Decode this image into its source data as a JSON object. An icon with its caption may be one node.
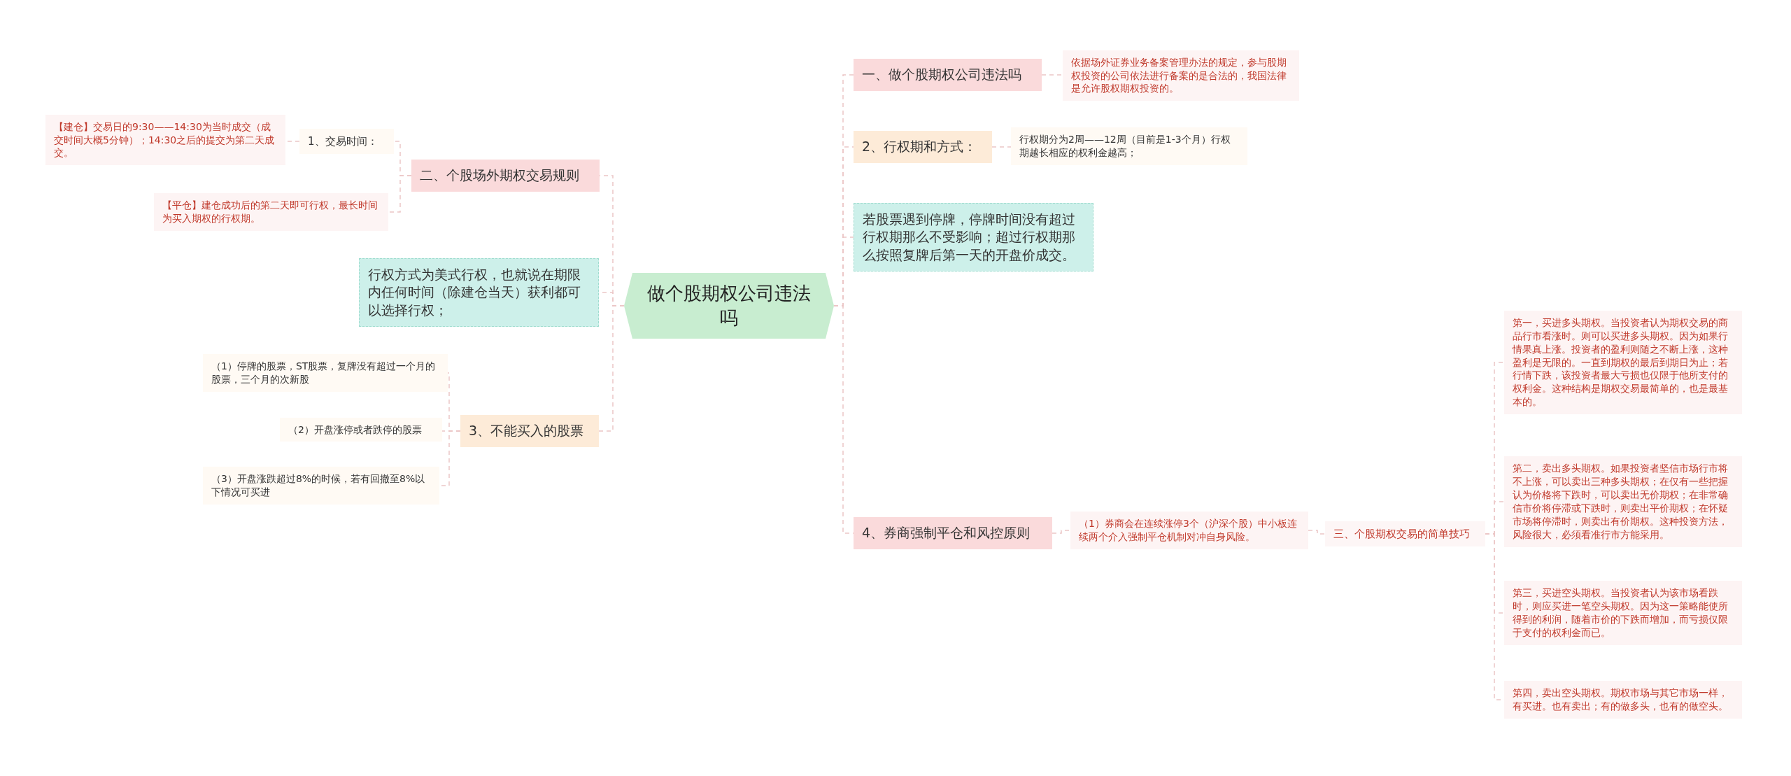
{
  "diagram": {
    "nodes": [
      {
        "text": [
          "做个股期权公司违法吗"
        ]
      },
      {
        "text": [
          "二、个股场外期权交易规则"
        ]
      },
      {
        "text": [
          "1、交易时间："
        ]
      },
      {
        "text": [
          "【建仓】交易日的9:30——14:30为当时成交（成交时间大概5分钟）；14:30之后的提交为第二天成交。"
        ]
      },
      {
        "text": [
          "【平仓】建仓成功后的第二天即可行权，最长时间为买入期权的行权期。"
        ]
      },
      {
        "text": [
          "行权方式为美式行权，也就说在期限内任何时间（除建仓当天）获利都可以选择行权；"
        ]
      },
      {
        "text": [
          "3、不能买入的股票"
        ]
      },
      {
        "text": [
          "（1）停牌的股票，ST股票，复牌没有超过一个月的股票，三个月的次新股"
        ]
      },
      {
        "text": [
          "（2）开盘涨停或者跌停的股票"
        ]
      },
      {
        "text": [
          "（3）开盘涨跌超过8%的时候，若有回撤至8%以下情况可买进"
        ]
      },
      {
        "text": [
          "一、做个股期权公司违法吗"
        ]
      },
      {
        "text": [
          "依据场外证券业务备案管理办法的规定，参与股期权投资的公司依法进行备案的是合法的，我国法律是允许股权期权投资的。"
        ]
      },
      {
        "text": [
          "2、行权期和方式："
        ]
      },
      {
        "text": [
          "行权期分为2周——12周（目前是1-3个月）行权期越长相应的权利金越高；"
        ]
      },
      {
        "text": [
          "若股票遇到停牌，停牌时间没有超过行权期那么不受影响；超过行权期那么按照复牌后第一天的开盘价成交。"
        ]
      },
      {
        "text": [
          "4、券商强制平仓和风控原则"
        ]
      },
      {
        "text": [
          "（1）券商会在连续涨停3个（沪深个股）中小板连续两个介入强制平仓机制对冲自身风险。"
        ]
      },
      {
        "text": [
          "三、个股期权交易的简单技巧"
        ]
      },
      {
        "text": [
          "第一，买进多头期权。当投资者认为期权交易的商品行市看涨时。则可以买进多头期权。因为如果行情果真上涨。投资者的盈利则随之不断上涨，这种盈利是无限的。一直到期权的最后到期日为止；若行情下跌，该投资者最大亏损也仅限于他所支付的权利金。这种结构是期权交易最简单的，也是最基本的。"
        ]
      },
      {
        "text": [
          "第二，卖出多头期权。如果投资者坚信市场行市将不上涨，可以卖出三种多头期权；在仅有一些把握认为价格将下跌时，可以卖出无价期权；在非常确信市价将停滞或下跌时，则卖出平价期权；在怀疑市场将停滞时，则卖出有价期权。这种投资方法，风险很大，必须看准行市方能采用。"
        ]
      },
      {
        "text": [
          "第三，买进空头期权。当投资者认为该市场看跌时，则应买进一笔空头期权。因为这一策略能使所得到的利润，随着市价的下跌而增加，而亏损仅限于支付的权利金而已。"
        ]
      },
      {
        "text": [
          "第四，卖出空头期权。期权市场与其它市场一样，有买进。也有卖出；有的做多头，也有的做空头。"
        ]
      }
    ],
    "edges": [
      {
        "from": 0,
        "to": 1,
        "arrow": "none",
        "style": "dashed"
      },
      {
        "from": 1,
        "to": 2,
        "arrow": "none",
        "style": "dashed"
      },
      {
        "from": 2,
        "to": 3,
        "arrow": "none",
        "style": "dashed"
      },
      {
        "from": 1,
        "to": 4,
        "arrow": "none",
        "style": "dashed"
      },
      {
        "from": 0,
        "to": 5,
        "arrow": "none",
        "style": "dashed"
      },
      {
        "from": 0,
        "to": 6,
        "arrow": "none",
        "style": "dashed"
      },
      {
        "from": 6,
        "to": 7,
        "arrow": "none",
        "style": "dashed"
      },
      {
        "from": 6,
        "to": 8,
        "arrow": "none",
        "style": "dashed"
      },
      {
        "from": 6,
        "to": 9,
        "arrow": "none",
        "style": "dashed"
      },
      {
        "from": 0,
        "to": 10,
        "arrow": "none",
        "style": "dashed"
      },
      {
        "from": 10,
        "to": 11,
        "arrow": "none",
        "style": "dashed"
      },
      {
        "from": 0,
        "to": 12,
        "arrow": "none",
        "style": "dashed"
      },
      {
        "from": 12,
        "to": 13,
        "arrow": "none",
        "style": "dashed"
      },
      {
        "from": 0,
        "to": 14,
        "arrow": "none",
        "style": "dashed"
      },
      {
        "from": 0,
        "to": 15,
        "arrow": "none",
        "style": "dashed"
      },
      {
        "from": 15,
        "to": 16,
        "arrow": "none",
        "style": "dashed"
      },
      {
        "from": 16,
        "to": 17,
        "arrow": "none",
        "style": "dashed"
      },
      {
        "from": 17,
        "to": 18,
        "arrow": "none",
        "style": "dashed"
      },
      {
        "from": 17,
        "to": 19,
        "arrow": "none",
        "style": "dashed"
      },
      {
        "from": 17,
        "to": 20,
        "arrow": "none",
        "style": "dashed"
      },
      {
        "from": 17,
        "to": 21,
        "arrow": "none",
        "style": "dashed"
      }
    ]
  }
}
